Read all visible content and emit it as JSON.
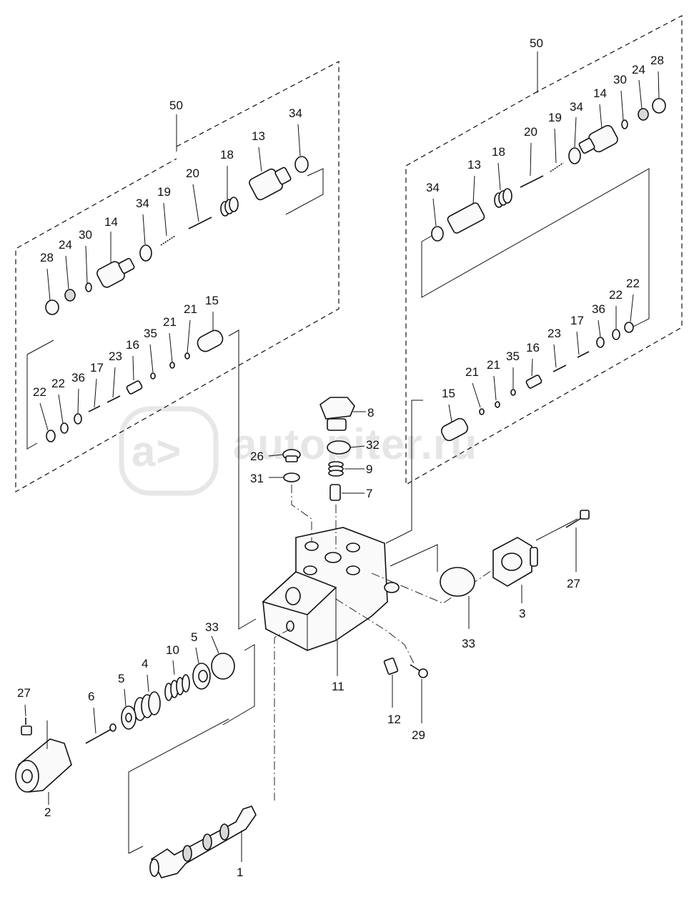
{
  "watermark": {
    "text": "autopiter.ru"
  },
  "labels": {
    "l50": "50",
    "r50": "50",
    "l34a": "34",
    "l13": "13",
    "l18": "18",
    "l20": "20",
    "l19": "19",
    "l34b": "34",
    "l14": "14",
    "l30": "30",
    "l24": "24",
    "l28": "28",
    "l15": "15",
    "l21a": "21",
    "l21b": "21",
    "l35": "35",
    "l16": "16",
    "l23": "23",
    "l17": "17",
    "l36": "36",
    "l22a": "22",
    "l22b": "22",
    "r28": "28",
    "r24": "24",
    "r30": "30",
    "r14": "14",
    "r34a": "34",
    "r19": "19",
    "r20": "20",
    "r18": "18",
    "r13": "13",
    "r34b": "34",
    "r22a": "22",
    "r22b": "22",
    "r36": "36",
    "r17": "17",
    "r23": "23",
    "r16": "16",
    "r35": "35",
    "r21a": "21",
    "r21b": "21",
    "r15": "15",
    "p8": "8",
    "p32": "32",
    "p26": "26",
    "p9": "9",
    "p31": "31",
    "p7": "7",
    "p27r": "27",
    "p3": "3",
    "p33r": "33",
    "p11": "11",
    "p12": "12",
    "p29": "29",
    "p33l": "33",
    "p5a": "5",
    "p10": "10",
    "p4": "4",
    "p5b": "5",
    "p6": "6",
    "p27l": "27",
    "p2": "2",
    "p1": "1"
  }
}
